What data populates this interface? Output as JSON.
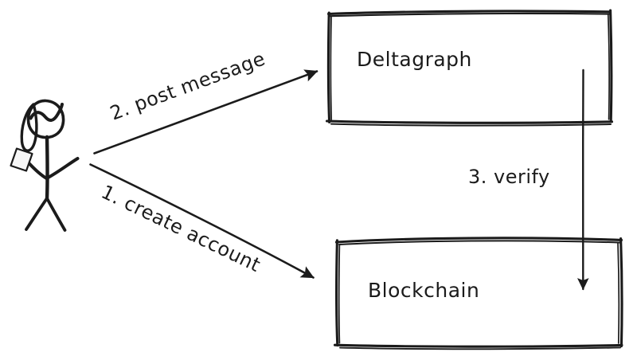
{
  "diagram": {
    "title": "Deltagraph and Blockchain interaction sketch",
    "style": "hand-drawn sketch",
    "background_color": "#ffffff",
    "ink_color": "#1b1b1b",
    "nodes": [
      {
        "id": "actor",
        "type": "stick-figure",
        "label": "",
        "holds": "phone"
      },
      {
        "id": "deltagraph",
        "type": "box",
        "label": "Deltagraph"
      },
      {
        "id": "blockchain",
        "type": "box",
        "label": "Blockchain"
      }
    ],
    "edges": [
      {
        "id": "edge-post-message",
        "label": "2. post message",
        "from": "actor",
        "to": "deltagraph",
        "rotation_deg": -20.2
      },
      {
        "id": "edge-create-account",
        "label": "1. create account",
        "from": "actor",
        "to": "blockchain",
        "rotation_deg": 25.8
      },
      {
        "id": "edge-verify",
        "label": "3. verify",
        "from": "deltagraph",
        "to": "blockchain",
        "rotation_deg": 0
      }
    ]
  }
}
